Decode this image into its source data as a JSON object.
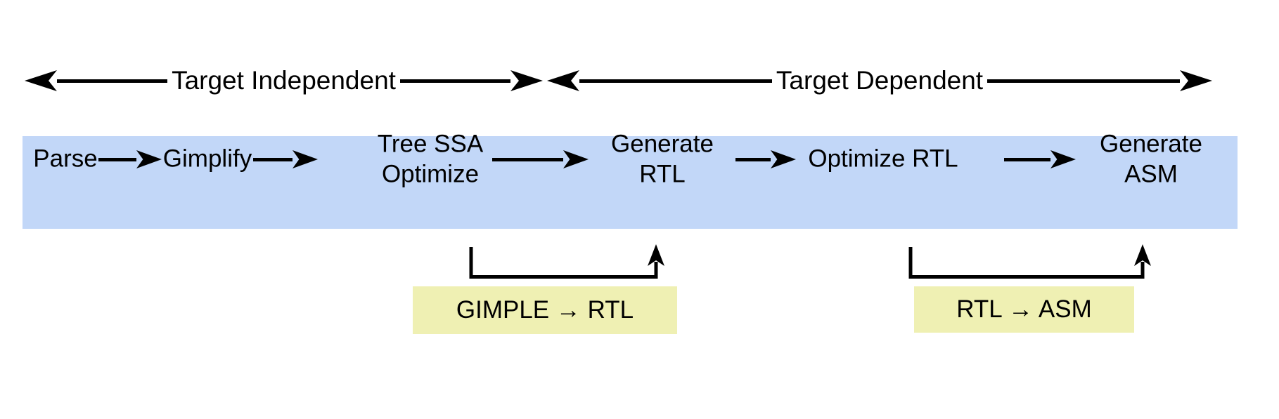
{
  "header": {
    "left_label": "Target Independent",
    "right_label": "Target Dependent"
  },
  "pipeline": {
    "stages": [
      {
        "label": "Parse"
      },
      {
        "label": "Gimplify"
      },
      {
        "label": "Tree SSA\nOptimize"
      },
      {
        "label": "Generate\nRTL"
      },
      {
        "label": "Optimize RTL"
      },
      {
        "label": "Generate\nASM"
      }
    ]
  },
  "annotations": [
    {
      "label": "GIMPLE → RTL"
    },
    {
      "label": "RTL → ASM"
    }
  ],
  "colors": {
    "ink": "#000000",
    "band": "#c2d7f8",
    "annotation": "#eff0b3"
  }
}
